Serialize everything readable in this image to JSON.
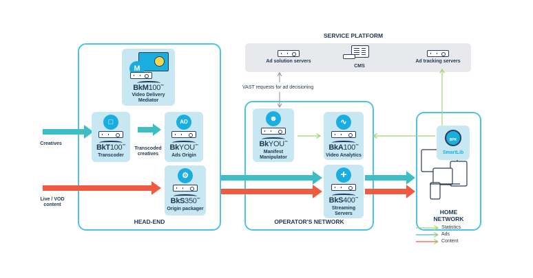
{
  "colors": {
    "ads": "#3cbfc4",
    "content": "#ef5a40",
    "statistics": "#9fd46a",
    "region_border": "#4cc3e6",
    "node_fill": "#c7e8f3",
    "icon_circle": "#1aaee0",
    "platform_fill": "#e7e9ec",
    "vast_arrow": "#8a8f96"
  },
  "service_platform": {
    "title": "SERVICE PLATFORM",
    "items": [
      {
        "label": "Ad solution servers",
        "icon": "server-icon"
      },
      {
        "label": "CMS",
        "icon": "cms-icon"
      },
      {
        "label": "Ad tracking servers",
        "icon": "server-icon"
      }
    ]
  },
  "inputs": {
    "creatives": "Creatives",
    "live_vod": "Live / VOD content"
  },
  "head_end": {
    "title": "HEAD-END",
    "transcoded_label": "Transcoded creatives",
    "nodes": {
      "bkm100": {
        "brand": "BkM",
        "model": "100",
        "tm": "™",
        "desc": "Video Delivery Mediator",
        "icon": "M"
      },
      "bkt100": {
        "brand": "BkT",
        "model": "100",
        "tm": "™",
        "desc": "Transcoder",
        "icon": "document-icon"
      },
      "bkyou_ads": {
        "brand": "Bk",
        "model": "YOU",
        "tm": "™",
        "desc": "Ads Origin",
        "icon": "AD"
      },
      "bks350": {
        "brand": "BkS",
        "model": "350",
        "tm": "™",
        "desc": "Origin packager",
        "icon": "gear-icon"
      }
    }
  },
  "operators_network": {
    "title": "OPERATOR'S NETWORK",
    "vast_label": "VAST requests for ad decisioning",
    "nodes": {
      "bkyou_manifest": {
        "brand": "Bk",
        "model": "YOU",
        "tm": "™",
        "desc": "Manifest Manipulator",
        "icon": "users-icon"
      },
      "bka100": {
        "brand": "BkA",
        "model": "100",
        "tm": "™",
        "desc": "Video Analytics",
        "icon": "chart-icon"
      },
      "bks400": {
        "brand": "BkS",
        "model": "400",
        "tm": "™",
        "desc": "Streaming Servers",
        "icon": "+"
      }
    }
  },
  "home_network": {
    "title": "HOME NETWORK",
    "smartlib": {
      "label": "SmartLib",
      "badge": "BPK"
    }
  },
  "legend": [
    {
      "label": "Statistics",
      "color_key": "statistics"
    },
    {
      "label": "Ads",
      "color_key": "ads"
    },
    {
      "label": "Content",
      "color_key": "content"
    }
  ]
}
